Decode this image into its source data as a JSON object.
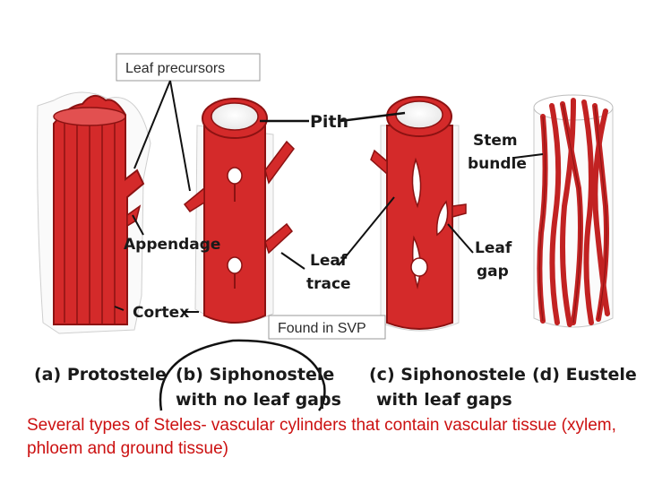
{
  "labels": {
    "leaf_precursors": "Leaf precursors",
    "pith": "Pith",
    "stem_bundle_1": "Stem",
    "stem_bundle_2": "bundle",
    "appendage": "Appendage",
    "leaf_trace_1": "Leaf",
    "leaf_trace_2": "trace",
    "leaf_gap_1": "Leaf",
    "leaf_gap_2": "gap",
    "cortex": "Cortex",
    "found_in_svp": "Found in SVP"
  },
  "types": [
    {
      "letter": "(a)",
      "name": "Protostele"
    },
    {
      "letter": "(b)",
      "name": "Siphonostele",
      "sub": "with no leaf gaps"
    },
    {
      "letter": "(c)",
      "name": "Siphonostele",
      "sub": "with leaf gaps"
    },
    {
      "letter": "(d)",
      "name": "Eustele"
    }
  ],
  "caption": "Several types of Steles- vascular cylinders that contain vascular tissue (xylem, phloem and ground tissue)",
  "colors": {
    "vascular": "#d42a2a",
    "dark": "#a51818",
    "pith": "#ffffff",
    "caption": "#cc1111"
  }
}
